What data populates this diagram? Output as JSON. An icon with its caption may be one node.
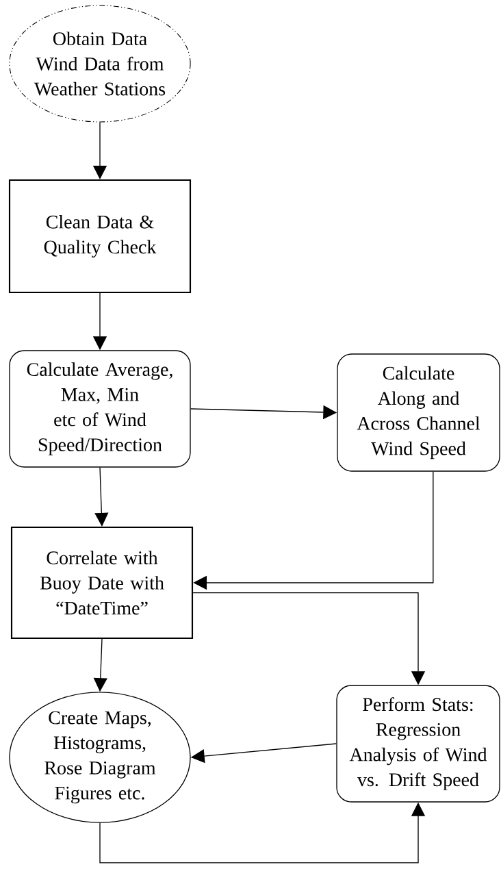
{
  "diagram": {
    "nodes": [
      {
        "text": [
          "Obtain Data Wind Data from Weather Stations"
        ]
      },
      {
        "text": [
          "Clean Data & Quality Check"
        ]
      },
      {
        "text": [
          "Calculate Average, Max, Min etc of Wind Speed/Direction"
        ]
      },
      {
        "text": [
          "Calculate Along and Across Channel Wind Speed"
        ]
      },
      {
        "text": [
          "Correlate with Buoy Date with “DateTime”"
        ]
      },
      {
        "text": [
          "Create Maps, Histograms, Rose Diagram Figures etc."
        ]
      },
      {
        "text": [
          "Perform Stats: Regression Analysis of Wind vs. Drift Speed"
        ]
      }
    ],
    "edges": [
      {
        "from": 0,
        "to": 1,
        "arrow": "to"
      },
      {
        "from": 1,
        "to": 2,
        "arrow": "to"
      },
      {
        "from": 2,
        "to": 3,
        "arrow": "to"
      },
      {
        "from": 2,
        "to": 4,
        "arrow": "to"
      },
      {
        "from": 3,
        "to": 4,
        "arrow": "to"
      },
      {
        "from": 4,
        "to": 6,
        "arrow": "to"
      },
      {
        "from": 4,
        "to": 5,
        "arrow": "to"
      },
      {
        "from": 6,
        "to": 5,
        "arrow": "to"
      },
      {
        "from": 5,
        "to": 6,
        "arrow": "to"
      }
    ]
  }
}
